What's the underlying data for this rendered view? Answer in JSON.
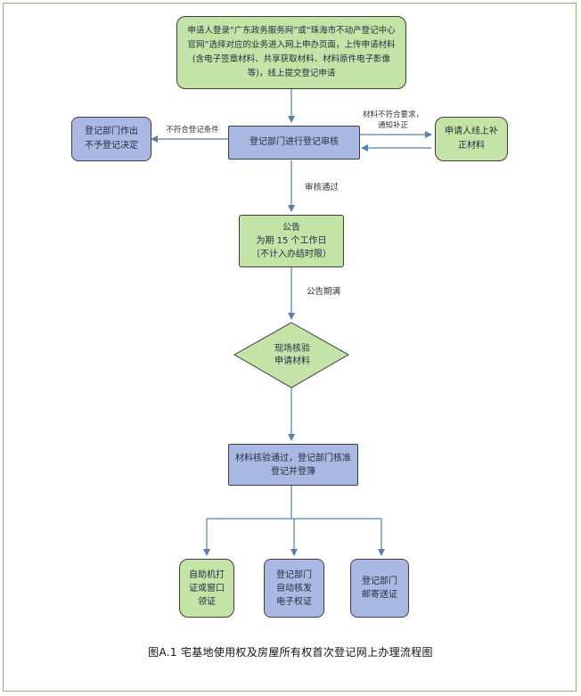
{
  "nodes": {
    "apply": "申请人登录“广东政务服务网”或“珠海市不动产登记中心官网”选择对应的业务进入网上申办页面，上传申请材料(含电子签章材料、共享获取材料、材料原件电子影像等)，线上提交登记申请",
    "review": "登记部门进行登记审核",
    "reject": "登记部门作出\n不予登记决定",
    "supplement": "申请人线上补\n正材料",
    "notice": "公告\n为期 15 个工作日\n（不计入办结时限）",
    "inspect": "现场核验\n申请材料",
    "approve": "材料核验通过，登记部门核准\n登记并登簿",
    "self_print": "自助机打\n证或窗口\n领证",
    "e_cert": "登记部门\n自动核发\n电子权证",
    "mail": "登记部门\n邮寄送证"
  },
  "edge_labels": {
    "not_meet": "不符合登记条件",
    "supplement_req": "材料不符合要求，\n通知补正",
    "review_passed": "审核通过",
    "notice_expired": "公告期满"
  },
  "caption": "图A.1 宅基地使用权及房屋所有权首次登记网上办理流程图",
  "colors": {
    "green_fill": "#c3e3a7",
    "blue_fill": "#aab9e4",
    "arrow": "#5b7fa8",
    "frame": "#8fb56a"
  }
}
